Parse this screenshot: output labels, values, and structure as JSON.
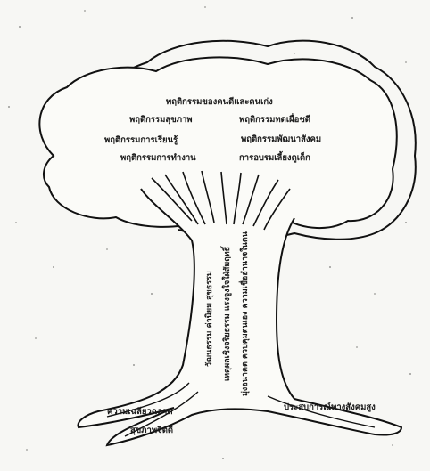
{
  "canopy": {
    "line1": "พฤติกรรมของคนดีและคนเก่ง",
    "line2_left": "พฤติกรรมสุขภาพ",
    "line2_right": "พฤติกรรมทดเผื่อชดี",
    "line3_left": "พฤติกรรมการเรียนรู้",
    "line3_right": "พฤติกรรมพัฒนาสังคม",
    "line4_left": "พฤติกรรมการทำงาน",
    "line4_right": "การอบรมเลี้ยงดูเด็ก"
  },
  "trunk": {
    "col1": "วัฒนธรรม ค่านิยม สุขธรรม",
    "col2": "เหตุผลเชิงจริยธรรม แรงจูงใจใฝ่สัมฤทธิ์",
    "col3": "มุ่งอนาคต ควบคุมตนเอง ความเชื่ออำนาจในตน"
  },
  "roots": {
    "left_upper": "ความเฉลียวฉลาด",
    "left_lower": "สุขภาพจิตดี",
    "right": "ประสบการณ์ทางสังคมสูง"
  }
}
